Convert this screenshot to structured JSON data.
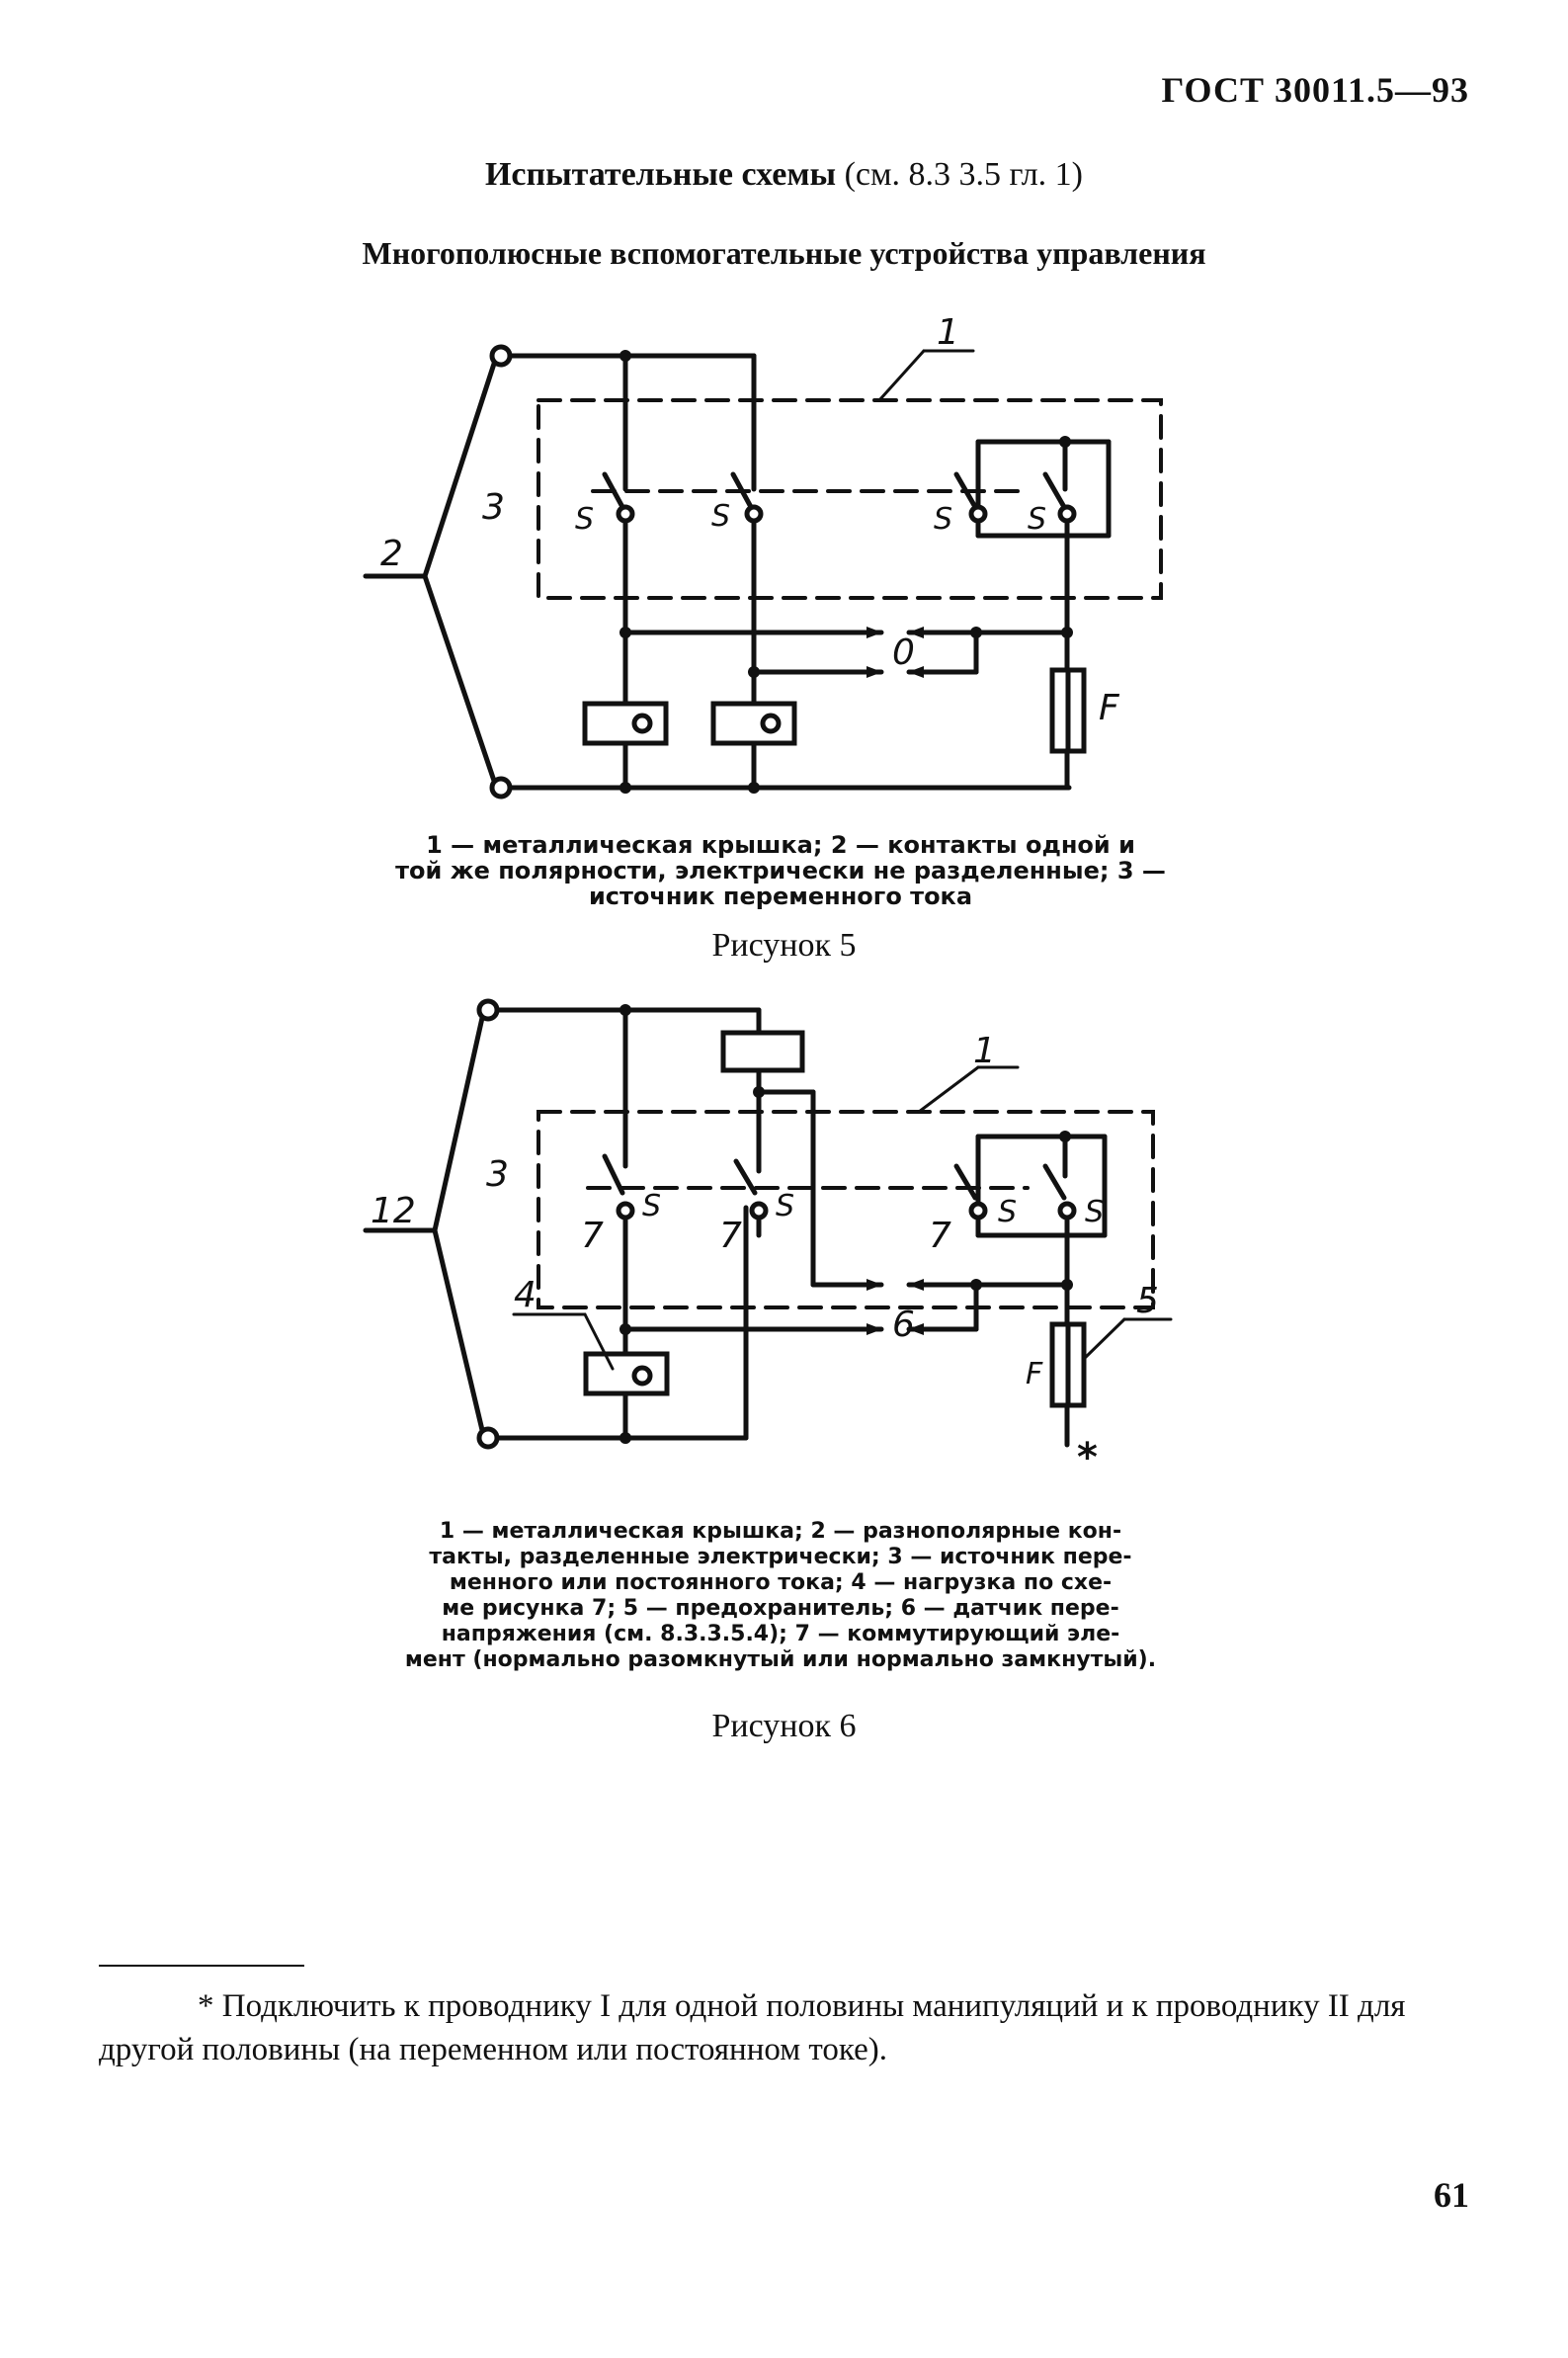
{
  "header": {
    "doc_id": "ГОСТ 30011.5—93"
  },
  "section": {
    "title_bold": "Испытательные схемы",
    "title_ref": " (см. 8.3 3.5 гл. 1)",
    "subtitle": "Многополюсные вспомогательные устройства управления"
  },
  "figure5": {
    "labels": {
      "cover": "1",
      "contacts": "2",
      "source": "3",
      "switch": "S",
      "zero": "0",
      "fuse": "F"
    },
    "caption_line1": "1 — металлическая крышка;  2 — контакты одной и",
    "caption_line2": "той же полярности, электрически не разделенные;  3 —",
    "caption_line3": "источник переменного тока",
    "label": "Рисунок 5"
  },
  "figure6": {
    "labels": {
      "cover": "1",
      "contacts": "12",
      "source": "3",
      "load": "4",
      "fuse_num": "5",
      "sensor": "6",
      "element": "7",
      "switch": "S",
      "fuse": "F",
      "star": "*"
    },
    "caption_line1": "1 — металлическая крышка; 2 — разнополярные кон-",
    "caption_line2": "такты, разделенные электрически;  3 — источник пере-",
    "caption_line3": "менного или постоянного  тока;  4 — нагрузка по схе-",
    "caption_line4": "ме рисунка 7;  5 — предохранитель;  6 — датчик пере-",
    "caption_line5": "напряжения  (см. 8.3.3.5.4);  7 — коммутирующий эле-",
    "caption_line6": "мент (нормально разомкнутый или нормально замкнутый).",
    "label": "Рисунок 6"
  },
  "footnote": "* Подключить к проводнику I для одной половины манипуляций и к проводнику II для другой половины (на переменном или постоянном токе).",
  "page_number": "61"
}
